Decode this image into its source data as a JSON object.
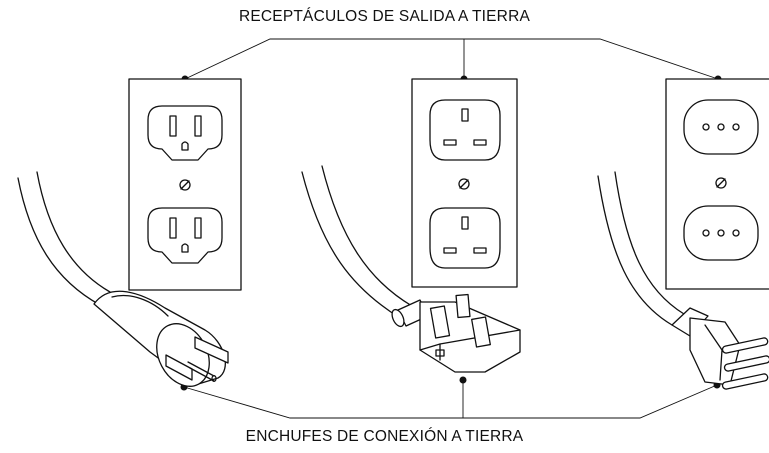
{
  "labels": {
    "top": "RECEPTÁCULOS DE SALIDA A TIERRA",
    "bottom": "ENCHUFES DE CONEXIÓN A TIERRA"
  },
  "receptacles": [
    {
      "name": "us-grounded-duplex-outlet"
    },
    {
      "name": "uk-bs1363-duplex-outlet"
    },
    {
      "name": "italian-three-pin-duplex-outlet"
    }
  ],
  "plugs": [
    {
      "name": "us-grounded-plug"
    },
    {
      "name": "uk-bs1363-plug"
    },
    {
      "name": "italian-three-pin-plug"
    }
  ],
  "colors": {
    "line": "#111111",
    "background": "#ffffff"
  }
}
